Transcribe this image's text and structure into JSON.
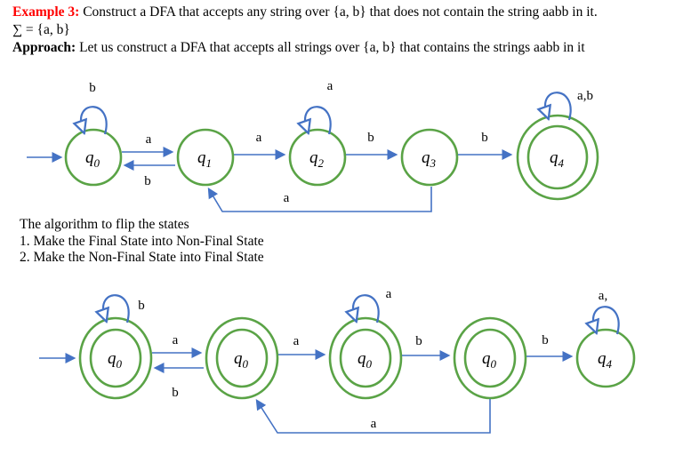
{
  "document": {
    "line1_label": "Example 3:",
    "line1_text": " Construct a DFA that accepts any string over {a, b} that does not contain the string aabb in it.",
    "line2": "∑ =  {a, b}",
    "line3_label": "Approach:",
    "line3_text": " Let us construct a DFA that accepts all strings over {a, b} that contains the strings aabb in it"
  },
  "algorithm": {
    "title": "The algorithm to flip the states",
    "step1": "1. Make the Final State into Non-Final State",
    "step2": "2. Make the Non-Final State into Final State"
  },
  "colors": {
    "state_green": "#5aa346",
    "arrow_blue": "#4472c4",
    "heading_red": "#ff0000"
  },
  "dfa1": {
    "states": [
      {
        "sym": "q",
        "sub": "0",
        "final": "false"
      },
      {
        "sym": "q",
        "sub": "1",
        "final": "false"
      },
      {
        "sym": "q",
        "sub": "2",
        "final": "false"
      },
      {
        "sym": "q",
        "sub": "3",
        "final": "false"
      },
      {
        "sym": "q",
        "sub": "4",
        "final": "true"
      }
    ],
    "labels": {
      "loop0": "b",
      "loop2": "a",
      "loop4": "a,b",
      "t01": "a",
      "t10": "b",
      "t12": "a",
      "t23": "b",
      "t34": "b",
      "feedback": "a"
    }
  },
  "dfa2": {
    "states": [
      {
        "sym": "q",
        "sub": "0",
        "final": "true"
      },
      {
        "sym": "q",
        "sub": "0",
        "final": "true"
      },
      {
        "sym": "q",
        "sub": "0",
        "final": "true"
      },
      {
        "sym": "q",
        "sub": "0",
        "final": "true"
      },
      {
        "sym": "q",
        "sub": "4",
        "final": "false"
      }
    ],
    "labels": {
      "loop0": "b",
      "loop2": "a",
      "loop4": "a,",
      "t01": "a",
      "t10": "b",
      "t12": "a",
      "t23": "b",
      "t34": "b",
      "feedback": "a"
    }
  }
}
